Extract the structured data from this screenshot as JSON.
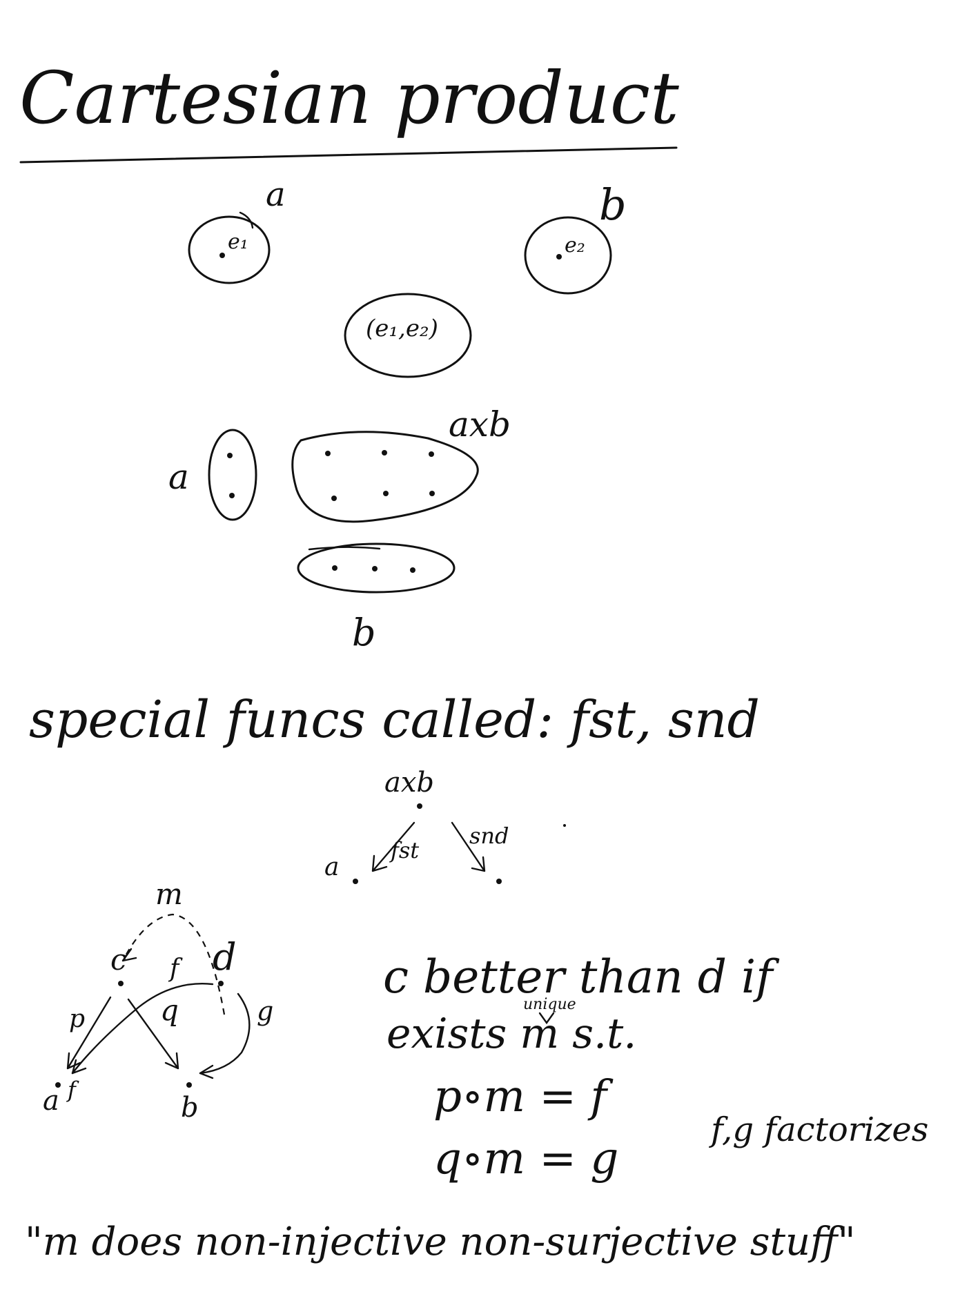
{
  "title": "Cartesian product",
  "diagram1": {
    "set_a_label": "a",
    "set_b_label": "b",
    "elem_a": "e₁",
    "elem_b": "e₂",
    "pair": "(e₁,e₂)"
  },
  "diagram2": {
    "a_label": "a",
    "product_label": "axb",
    "b_label": "b"
  },
  "special_funcs": "special funcs called: fst, snd",
  "projection": {
    "top": "axb",
    "left": "a",
    "fst": "fst",
    "snd": "snd"
  },
  "universal": {
    "m": "m",
    "c": "c",
    "d": "d",
    "f_upper": "f",
    "p": "p",
    "q": "q",
    "g": "g",
    "a": "a",
    "f_lower": "f",
    "b": "b"
  },
  "condition": {
    "line1": "c better than d if",
    "line2": "exists m s.t.",
    "unique": "unique",
    "eq1": "p∘m = f",
    "eq2": "q∘m = g",
    "side_note": "f,g factorizes"
  },
  "quote": "\"m does non-injective non-surjective stuff\""
}
